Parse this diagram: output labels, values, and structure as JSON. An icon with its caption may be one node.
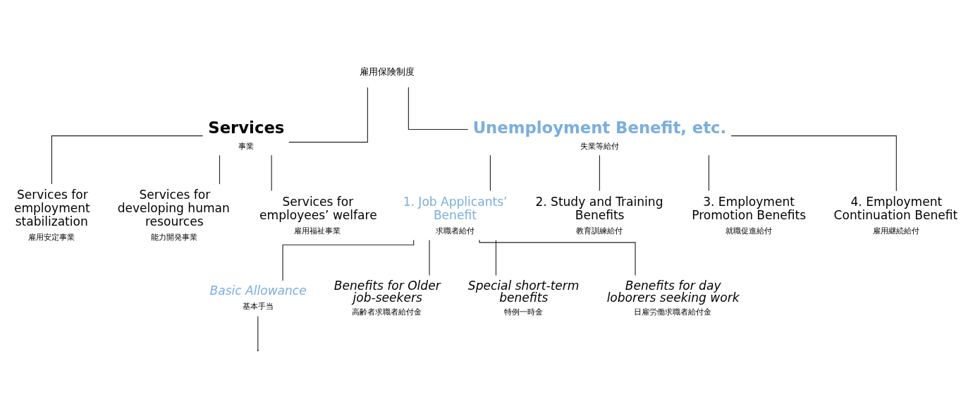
{
  "diagram": {
    "nodes": [
      {
        "text": [
          "雇用保険制度"
        ]
      },
      {
        "text": [
          "Services",
          "事業"
        ]
      },
      {
        "text": [
          "Unemployment Benefit, etc.",
          "失業等給付"
        ]
      },
      {
        "text": [
          "Services for employment stabilization",
          "雇用安定事業"
        ]
      },
      {
        "text": [
          "Services for developing human resources",
          "能力開発事業"
        ]
      },
      {
        "text": [
          "Services for employees’ welfare",
          "雇用福祉事業"
        ]
      },
      {
        "text": [
          "1. Job Applicants’ Benefit",
          "求職者給付"
        ]
      },
      {
        "text": [
          "2. Study and Training Benefits",
          "教育訓練給付"
        ]
      },
      {
        "text": [
          "3. Employment Promotion Benefits",
          "就職促進給付"
        ]
      },
      {
        "text": [
          "4. Employment Continuation Benefit",
          "雇用継続給付"
        ]
      },
      {
        "text": [
          "Basic Allowance",
          "基本手当"
        ]
      },
      {
        "text": [
          "Benefits for Older job-seekers",
          "高齢者求職者給付金"
        ]
      },
      {
        "text": [
          "Special short-term benefits",
          "特例一時金"
        ]
      },
      {
        "text": [
          "Benefits for day loborers seeking work",
          "日雇労働求職者給付金"
        ]
      }
    ],
    "edges": [
      {
        "from": 0,
        "to": 1,
        "arrow": "none"
      },
      {
        "from": 0,
        "to": 2,
        "arrow": "none"
      },
      {
        "from": 1,
        "to": 3,
        "arrow": "none"
      },
      {
        "from": 1,
        "to": 4,
        "arrow": "none"
      },
      {
        "from": 1,
        "to": 5,
        "arrow": "none"
      },
      {
        "from": 2,
        "to": 6,
        "arrow": "none"
      },
      {
        "from": 2,
        "to": 7,
        "arrow": "none"
      },
      {
        "from": 2,
        "to": 8,
        "arrow": "none"
      },
      {
        "from": 2,
        "to": 9,
        "arrow": "none"
      },
      {
        "from": 6,
        "to": 10,
        "arrow": "none"
      },
      {
        "from": 6,
        "to": 11,
        "arrow": "none"
      },
      {
        "from": 6,
        "to": 12,
        "arrow": "none"
      },
      {
        "from": 6,
        "to": 13,
        "arrow": "none"
      },
      {
        "from": 10,
        "to": null,
        "arrow": "none"
      }
    ]
  }
}
